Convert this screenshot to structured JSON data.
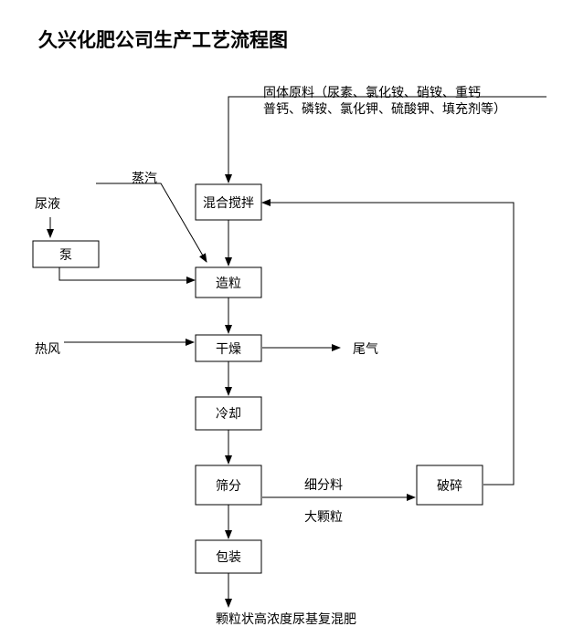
{
  "title": "久兴化肥公司生产工艺流程图",
  "inputs": {
    "solid_raw_materials_line1": "固体原料（尿素、氯化铵、硝铵、重钙",
    "solid_raw_materials_line2": "普钙、磷铵、氯化钾、硫酸钾、填充剂等）",
    "steam": "蒸汽",
    "urea_solution": "尿液",
    "hot_air": "热风"
  },
  "steps": {
    "pump": "泵",
    "mixing": "混合搅拌",
    "granulation": "造粒",
    "drying": "干燥",
    "cooling": "冷却",
    "screening": "筛分",
    "crushing": "破碎",
    "packing": "包装"
  },
  "labels": {
    "tail_gas": "尾气",
    "fines": "细分料",
    "large_granules": "大颗粒",
    "product": "颗粒状高浓度尿基复混肥"
  }
}
